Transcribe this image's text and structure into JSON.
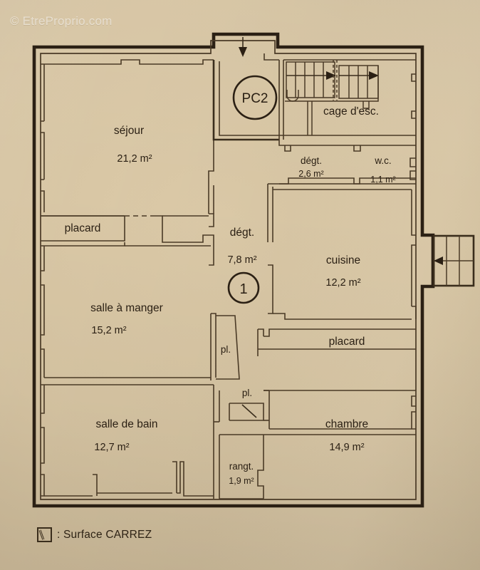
{
  "watermark": "© EtreProprio.com",
  "legend": {
    "symbol": "carrez-box-icon",
    "text": ": Surface CARREZ"
  },
  "plan": {
    "type": "floor-plan",
    "unit": "m²",
    "markers": [
      {
        "id": "pc2",
        "label": "PC2",
        "shape": "circle"
      },
      {
        "id": "one",
        "label": "1",
        "shape": "circle"
      }
    ],
    "entrance": {
      "label": "",
      "icon": "entrance-arrow-down-icon"
    },
    "rooms": [
      {
        "id": "sejour",
        "name": "séjour",
        "area": "21,2 m²"
      },
      {
        "id": "cage-desc",
        "name": "cage d'esc.",
        "area": ""
      },
      {
        "id": "degt-petit",
        "name": "dégt.",
        "area": "2,6 m²"
      },
      {
        "id": "wc",
        "name": "w.c.",
        "area": "1,1 m²"
      },
      {
        "id": "degt-grand",
        "name": "dégt.",
        "area": "7,8 m²"
      },
      {
        "id": "cuisine",
        "name": "cuisine",
        "area": "12,2 m²"
      },
      {
        "id": "salle-a-manger",
        "name": "salle à manger",
        "area": "15,2 m²"
      },
      {
        "id": "salle-de-bain",
        "name": "salle de bain",
        "area": "12,7 m²"
      },
      {
        "id": "chambre",
        "name": "chambre",
        "area": "14,9 m²"
      },
      {
        "id": "rangt",
        "name": "rangt.",
        "area": "1,9 m²"
      }
    ],
    "closets": [
      {
        "id": "placard-haut",
        "name": "placard"
      },
      {
        "id": "placard-bas",
        "name": "placard"
      },
      {
        "id": "pl-1",
        "name": "pl."
      },
      {
        "id": "pl-2",
        "name": "pl."
      }
    ],
    "colors": {
      "paper": "#d6c4a2",
      "ink": "#2b2014",
      "ink_light": "#4a3a26"
    }
  }
}
